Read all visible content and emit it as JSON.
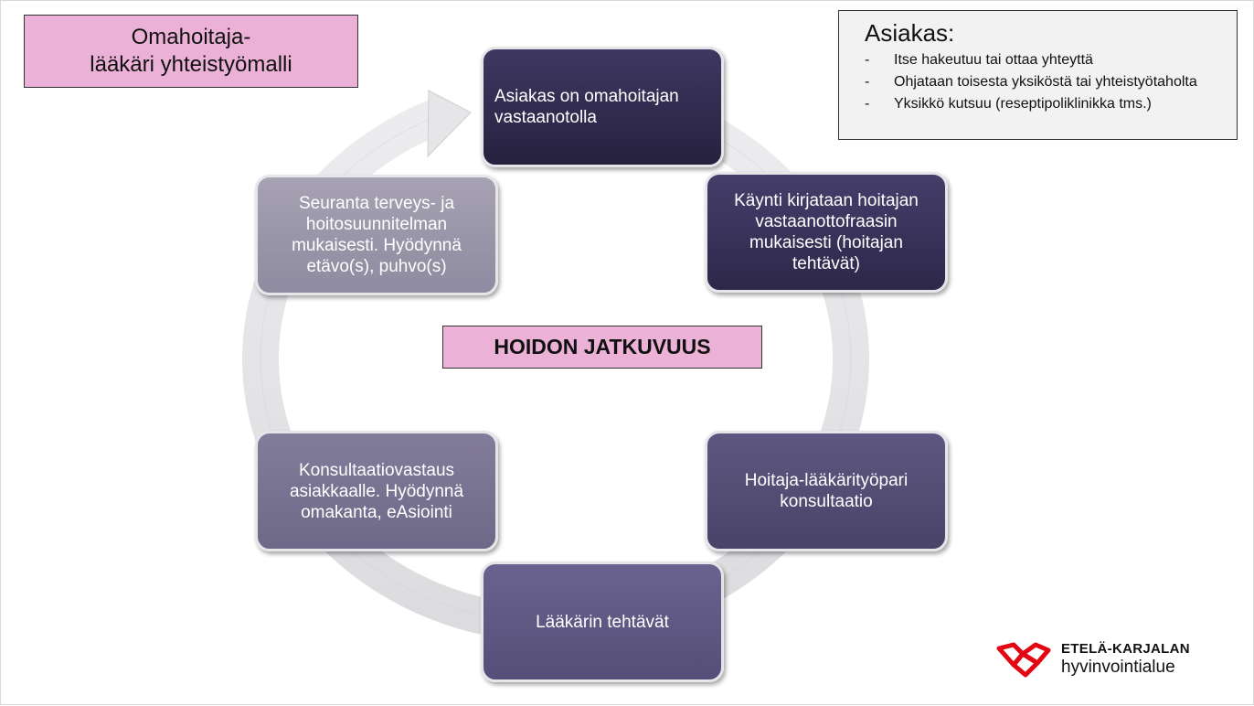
{
  "title": {
    "line1": "Omahoitaja-",
    "line2": "lääkäri yhteistyömalli"
  },
  "info": {
    "heading": "Asiakas:",
    "items": [
      "Itse hakeutuu tai ottaa yhteyttä",
      "Ohjataan toisesta yksiköstä tai yhteistyötaholta",
      "Yksikkö kutsuu (reseptipoliklinikka tms.)"
    ]
  },
  "cycle": {
    "center": "HOIDON JATKUVUUS",
    "steps": [
      "Asiakas on omahoitajan vastaanotolla",
      "Käynti kirjataan hoitajan vastaanottofraasin mukaisesti (hoitajan tehtävät)",
      "Hoitaja-lääkärityöpari konsultaatio",
      "Lääkärin tehtävät",
      "Konsultaatiovastaus asiakkaalle. Hyödynnä omakanta, eAsiointi",
      "Seuranta terveys- ja hoitosuunnitelman mukaisesti. Hyödynnä etävo(s), puhvo(s)"
    ]
  },
  "logo": {
    "line1": "ETELÄ-KARJALAN",
    "line2": "hyvinvointialue",
    "color": "#e30613"
  },
  "colors": {
    "pink": "#ebb1d6",
    "node_dark": "#2d2749",
    "node_light": "#9a96aa",
    "ring": "#e2e2e4"
  }
}
